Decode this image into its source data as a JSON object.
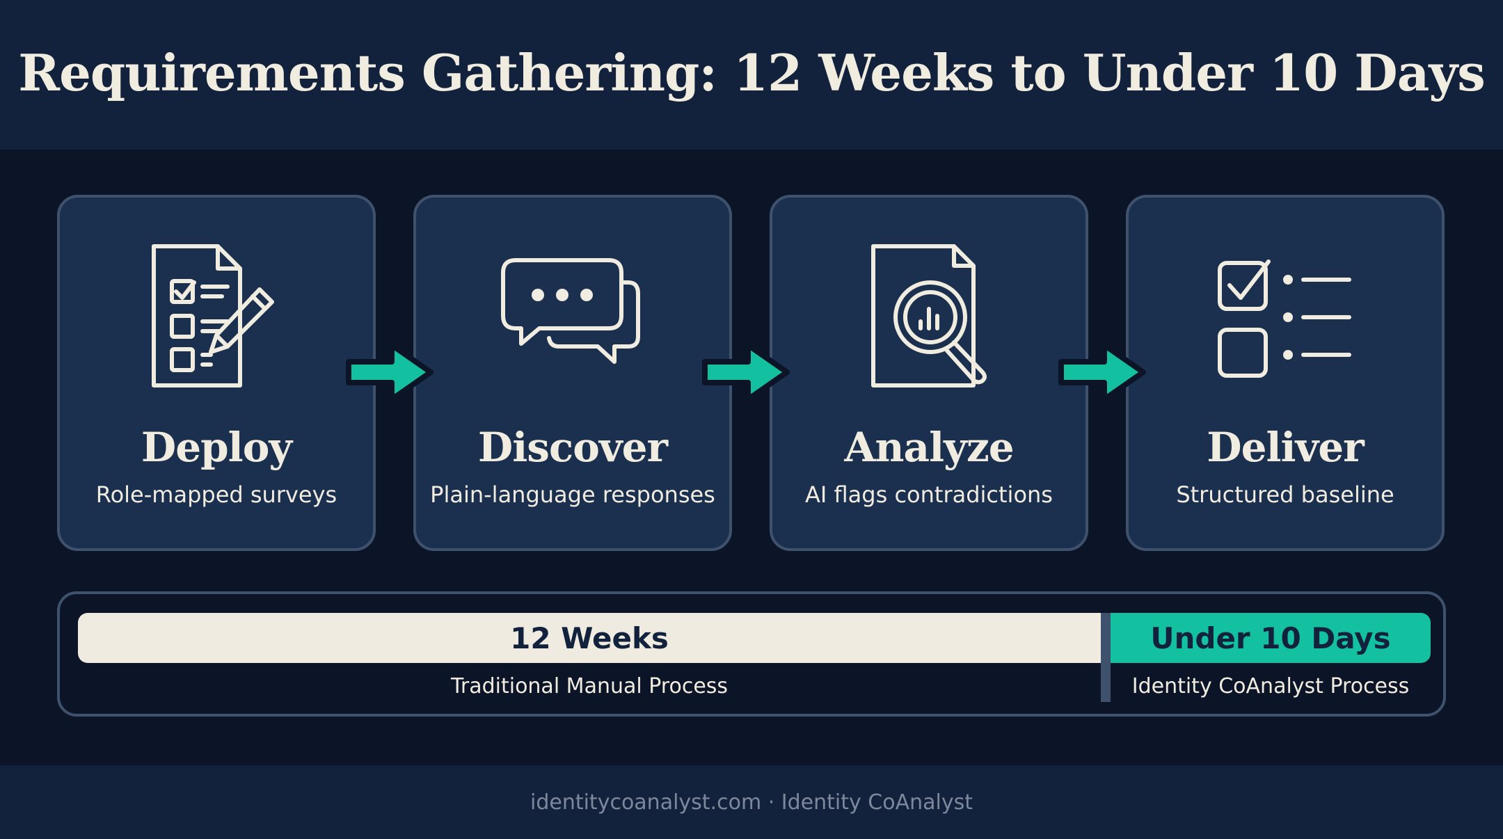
{
  "header": {
    "title": "Requirements Gathering: 12 Weeks to Under 10 Days"
  },
  "steps": [
    {
      "name": "Deploy",
      "subtitle": "Role-mapped surveys",
      "icon": "survey-checklist-pencil-icon"
    },
    {
      "name": "Discover",
      "subtitle": "Plain-language responses",
      "icon": "chat-bubbles-icon"
    },
    {
      "name": "Analyze",
      "subtitle": "AI flags contradictions",
      "icon": "document-magnifier-icon"
    },
    {
      "name": "Deliver",
      "subtitle": "Structured baseline",
      "icon": "checklist-icon"
    }
  ],
  "timeline": {
    "left_label": "12 Weeks",
    "left_caption": "Traditional Manual Process",
    "right_label": "Under 10 Days",
    "right_caption": "Identity CoAnalyst Process"
  },
  "footer": {
    "text": "identitycoanalyst.com · Identity CoAnalyst"
  },
  "colors": {
    "background": "#0c1527",
    "card": "#1b2f4f",
    "accent": "#13c1a0",
    "text": "#f1ece0"
  }
}
